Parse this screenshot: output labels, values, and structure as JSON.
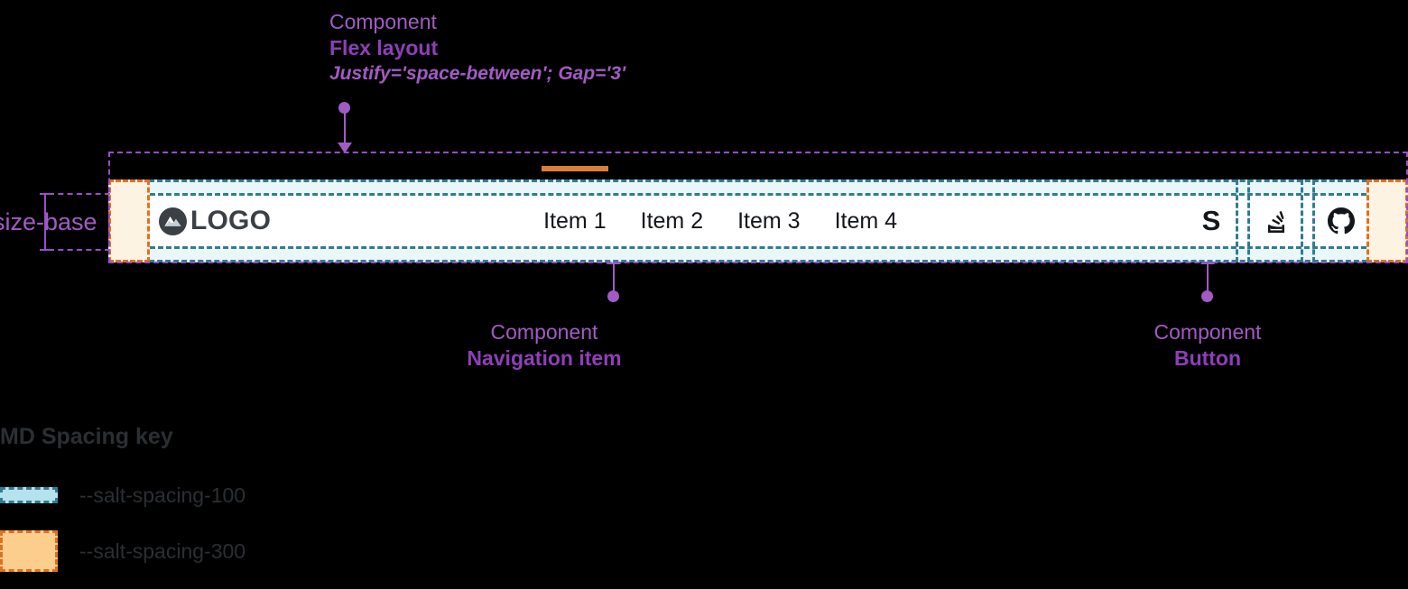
{
  "annotations": [
    {
      "id": "flex-layout",
      "kind": "Component",
      "name": "Flex layout",
      "props": "Justify='space-between'; Gap='3'"
    },
    {
      "id": "navigation-item",
      "kind": "Component",
      "name": "Navigation item",
      "props": ""
    },
    {
      "id": "button",
      "kind": "Component",
      "name": "Button",
      "props": ""
    }
  ],
  "dimension": {
    "label": "size-base"
  },
  "navbar": {
    "brand": {
      "icon": "mountain-logo-icon",
      "text": "LOGO"
    },
    "items": [
      {
        "label": "Item 1",
        "active": true
      },
      {
        "label": "Item 2",
        "active": false
      },
      {
        "label": "Item 3",
        "active": false
      },
      {
        "label": "Item 4",
        "active": false
      }
    ],
    "actions": [
      {
        "icon": "letter-s-icon",
        "glyph": "S"
      },
      {
        "icon": "stack-overflow-icon",
        "glyph": ""
      },
      {
        "icon": "github-icon",
        "glyph": ""
      }
    ]
  },
  "spacing_key": {
    "title": "MD Spacing key",
    "rows": [
      {
        "token": "--salt-spacing-100",
        "color": "#B5E2ED",
        "border": "#2E7D92"
      },
      {
        "token": "--salt-spacing-300",
        "color": "#FBCE8D",
        "border": "#E2701E"
      }
    ]
  },
  "colors": {
    "annotation_purple": "#A25BC4",
    "annotation_purple_bold": "#8E3FB8",
    "spacing_100_fill": "#EAF6F8",
    "spacing_100_stroke": "#2E7D92",
    "spacing_300_fill": "#FDF3E3",
    "spacing_300_stroke": "#E2701E",
    "active_indicator": "#DD7D3A",
    "text": "#13161A",
    "background": "#000000"
  }
}
